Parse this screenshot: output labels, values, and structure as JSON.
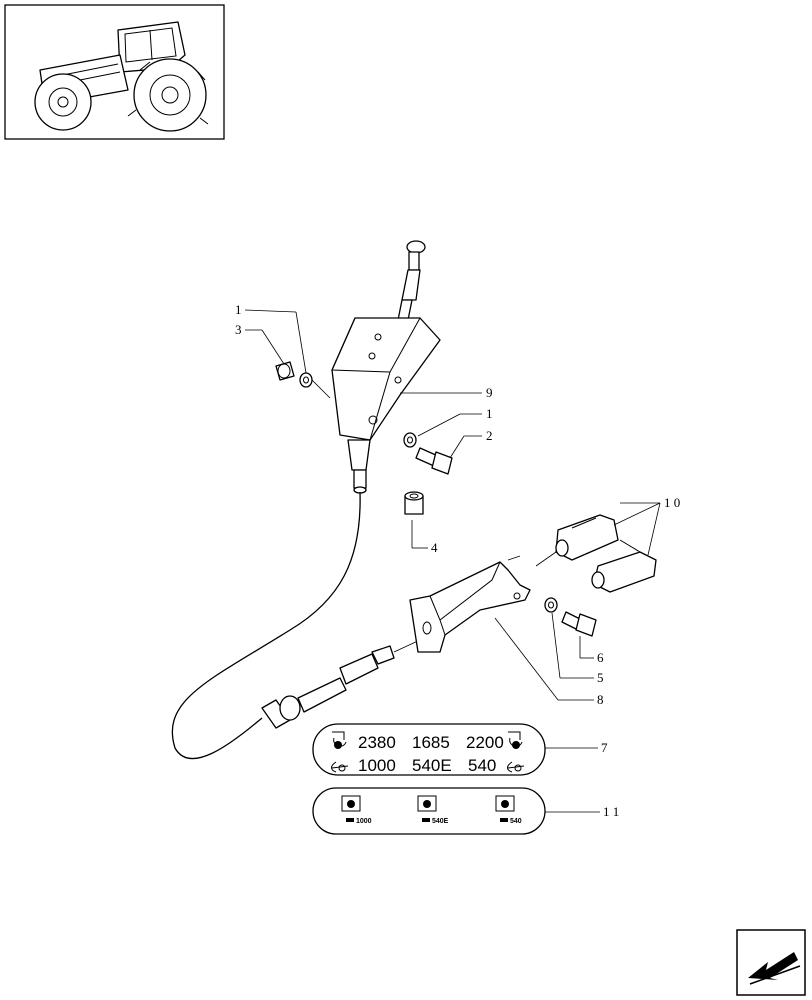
{
  "callouts": {
    "c1_top": "1",
    "c3": "3",
    "c9": "9",
    "c1_mid": "1",
    "c2": "2",
    "c4": "4",
    "c10": "1 0",
    "c6": "6",
    "c5": "5",
    "c8": "8",
    "c7": "7",
    "c11": "1 1"
  },
  "decal_7": {
    "row1": [
      "2380",
      "1685",
      "2200"
    ],
    "row2": [
      "1000",
      "540E",
      "540"
    ]
  },
  "decal_11": {
    "labels": [
      "1000",
      "540E",
      "540"
    ]
  },
  "icons": [
    "tractor-thumbnail",
    "pto-speed-icon",
    "engine-rpm-icon",
    "next-page-arrow-icon"
  ],
  "colors": {
    "line": "#000000",
    "background": "#ffffff"
  }
}
